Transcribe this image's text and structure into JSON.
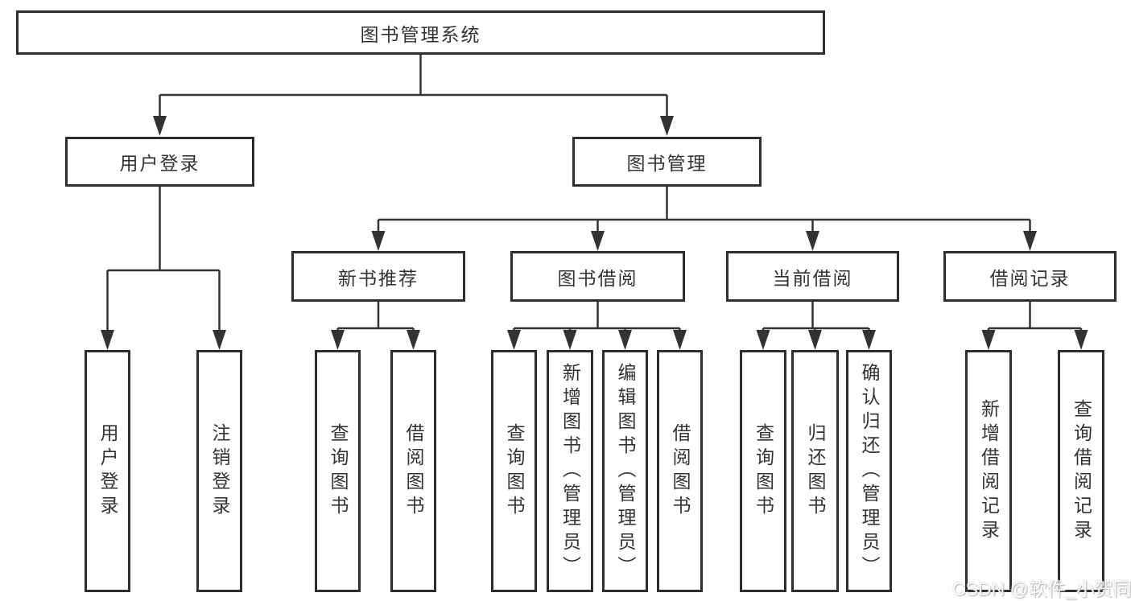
{
  "diagram_title": "图书管理系统",
  "nodes": {
    "root": "图书管理系统",
    "user_login": "用户登录",
    "book_mgmt": "图书管理",
    "new_book_rec": "新书推荐",
    "book_borrow": "图书借阅",
    "current_borrow": "当前借阅",
    "borrow_record": "借阅记录"
  },
  "leaves": {
    "login": "用户登录",
    "logout": "注销登录",
    "rec_query_book": "查询图书",
    "rec_borrow_book": "借阅图书",
    "bb_query_book": "查询图书",
    "bb_add_book": "新增图书（管理员）",
    "bb_edit_book": "编辑图书（管理员）",
    "bb_borrow_book": "借阅图书",
    "cur_query_book": "查询图书",
    "cur_return_book": "归还图书",
    "cur_confirm_return": "确认归还（管理员）",
    "log_add_record": "新增借阅记录",
    "log_query_record": "查询借阅记录"
  },
  "watermark": "CSDN @软件_小贺同学",
  "colors": {
    "line": "#333333",
    "box_border": "#2e2e2e",
    "text": "#333333",
    "background": "#ffffff"
  }
}
